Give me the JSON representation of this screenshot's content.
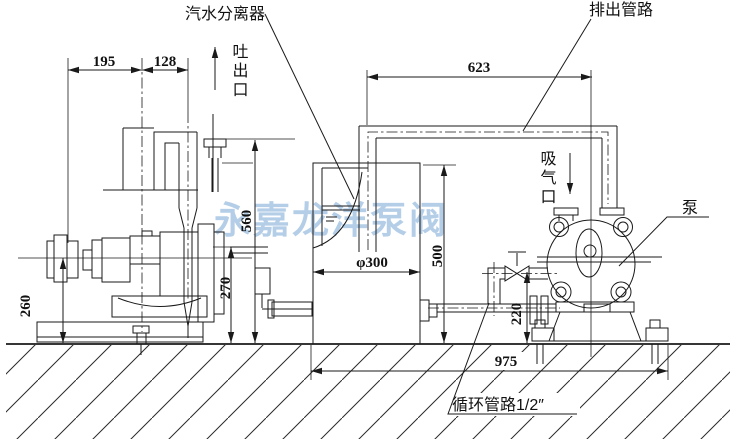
{
  "watermark": {
    "text": "永嘉龙洋泵阀"
  },
  "labels": {
    "separator": "汽水分离器",
    "discharge_pipeline": "排出管路",
    "discharge_outlet": "吐出口",
    "suction_port": "吸气口",
    "pump": "泵",
    "circulation_pipeline": "循环管路1/2″"
  },
  "dimensions": {
    "pulley_span": "195",
    "pipe_offset": "128",
    "top_span": "623",
    "separator_height": "560",
    "sideview_height": "270",
    "shaft_height": "260",
    "tank_diameter": "φ300",
    "tank_height": "500",
    "valve_height": "220",
    "base_span": "975"
  },
  "colors": {
    "line": "#1a1a1a",
    "watermark": "#a3c2e2"
  }
}
